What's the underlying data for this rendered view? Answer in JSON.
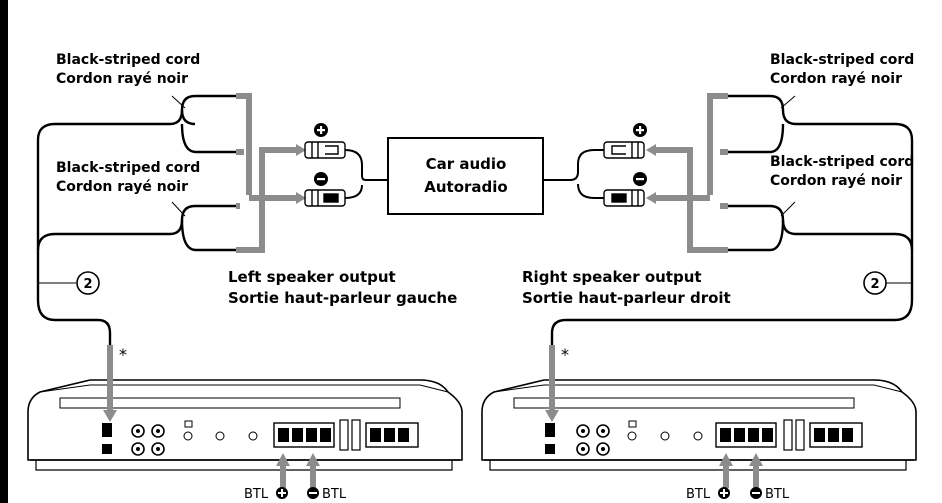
{
  "left_side": {
    "top_cord_label_en": "Black-striped cord",
    "top_cord_label_fr": "Cordon rayé noir",
    "bottom_cord_label_en": "Black-striped cord",
    "bottom_cord_label_fr": "Cordon rayé noir",
    "output_label_en": "Left speaker output",
    "output_label_fr": "Sortie haut-parleur gauche",
    "cable_number": "2",
    "plus_symbol": "+",
    "minus_symbol": "−"
  },
  "right_side": {
    "top_cord_label_en": "Black-striped cord",
    "top_cord_label_fr": "Cordon rayé noir",
    "bottom_cord_label_en": "Black-striped cord",
    "bottom_cord_label_fr": "Cordon rayé noir",
    "output_label_en": "Right speaker output",
    "output_label_fr": "Sortie haut-parleur droit",
    "cable_number": "2",
    "plus_symbol": "+",
    "minus_symbol": "−"
  },
  "head_unit": {
    "label_en": "Car audio",
    "label_fr": "Autoradio"
  },
  "amplifiers": [
    {
      "asterisk": "*",
      "btl_plus_label": "BTL",
      "btl_minus_label": "BTL"
    },
    {
      "asterisk": "*",
      "btl_plus_label": "BTL",
      "btl_minus_label": "BTL"
    }
  ],
  "colors": {
    "line": "#000000",
    "gray_bracket": "#8c8c8c",
    "background": "#ffffff"
  }
}
